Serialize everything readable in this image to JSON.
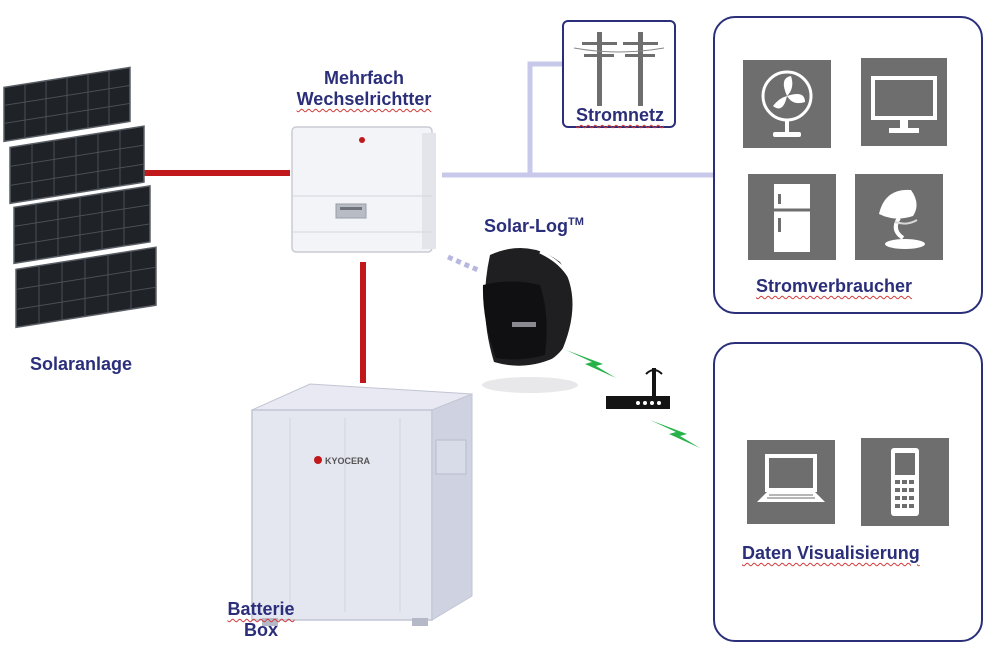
{
  "labels": {
    "solar": "Solaranlage",
    "inverter_line1": "Mehrfach",
    "inverter_line2": "Wechselrichtter",
    "grid": "Stromnetz",
    "solarlog": "Solar-Log",
    "solarlog_tm": "TM",
    "consumers": "Stromverbraucher",
    "battery_line1": "Batterie",
    "battery_line2": "Box",
    "visualization": "Daten Visualisierung",
    "battery_brand": "KYOCERA"
  },
  "icons": {
    "consumers": [
      "fan-icon",
      "monitor-icon",
      "fridge-icon",
      "lamp-icon"
    ],
    "visualization": [
      "laptop-icon",
      "mobile-phone-icon"
    ],
    "other": [
      "power-pole-icon",
      "wifi-router-icon",
      "wireless-signal-icon"
    ]
  },
  "colors": {
    "label_text": "#2b2f7a",
    "dc_line": "#c0181b",
    "ac_line": "#c7c8ea",
    "tile_bg": "#6e6e6e",
    "wireless": "#27b24a"
  }
}
